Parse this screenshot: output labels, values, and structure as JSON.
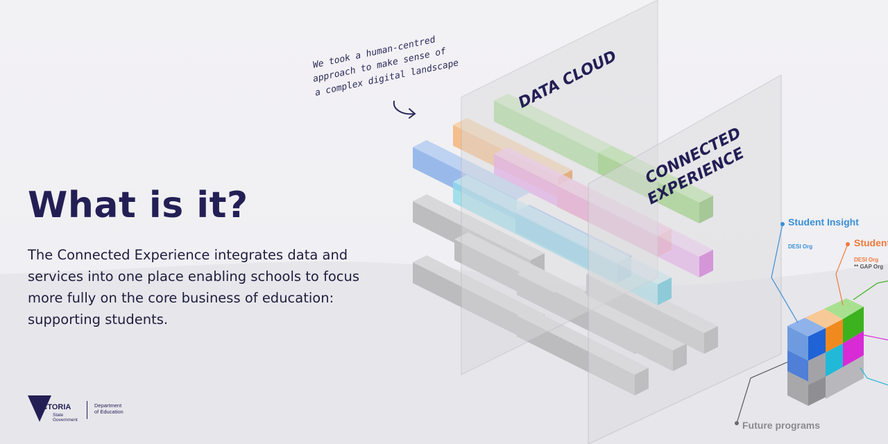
{
  "page": {
    "title": "What is it?",
    "description": "The Connected Experience integrates data and services into one place enabling schools to focus more fully on the core business of education: supporting students."
  },
  "logo": {
    "name": "VICTORIA",
    "sub_line_1": "State",
    "sub_line_2": "Government",
    "department_line_1": "Department",
    "department_line_2": "of Education"
  },
  "illustration": {
    "note_line_1": "We took a human-centred",
    "note_line_2": "approach to make sense of",
    "note_line_3": "a complex digital landscape",
    "panel_back": "DATA CLOUD",
    "panel_front_line_1": "CONNECTED",
    "panel_front_line_2": "EXPERIENCE",
    "labels": {
      "student_insight": "Student Insight",
      "student_insight_sub": "DESI Org",
      "student_partial": "Student",
      "student_partial_sub_1": "DESI Org",
      "student_partial_sub_2": "** GAP Org",
      "future_programs": "Future programs"
    }
  },
  "colors": {
    "heading": "#231f55",
    "body_text": "#1f1d3d",
    "blue": "#6e9be0",
    "orange": "#f0a24a",
    "green": "#8bd36a",
    "magenta": "#e07ae0",
    "cyan": "#66cde0",
    "gray": "#b3b3b6",
    "label_blue": "#3a8fd6",
    "label_orange": "#f07a3a"
  }
}
